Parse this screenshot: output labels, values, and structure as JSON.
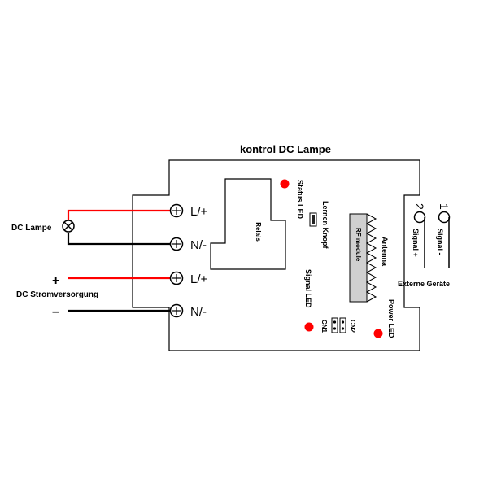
{
  "title": "kontrol DC Lampe",
  "left_labels": {
    "dc_lampe": "DC Lampe",
    "dc_supply": "DC Stromversorgung",
    "plus": "+",
    "minus": "–"
  },
  "terminals": [
    "L/+",
    "N/-",
    "L/+",
    "N/-"
  ],
  "relay_label": "Relais",
  "status_led": "Status LED",
  "learn_button": "Lernen Knopf",
  "antenna": "Antenna",
  "rf_module": "RF module",
  "signal_led": "Signal LED",
  "power_led": "Power LED",
  "cn1": "CN1",
  "cn2": "CN2",
  "ext_terminals": {
    "t1_num": "1",
    "t2_num": "2",
    "signal_minus": "Signal -",
    "signal_plus": "Signal +",
    "external_devices": "Externe Geräte"
  },
  "colors": {
    "wire_live": "#ff0000",
    "wire_neutral": "#000000",
    "led": "#ff0000",
    "rf_module_fill": "#d0d0d0"
  }
}
